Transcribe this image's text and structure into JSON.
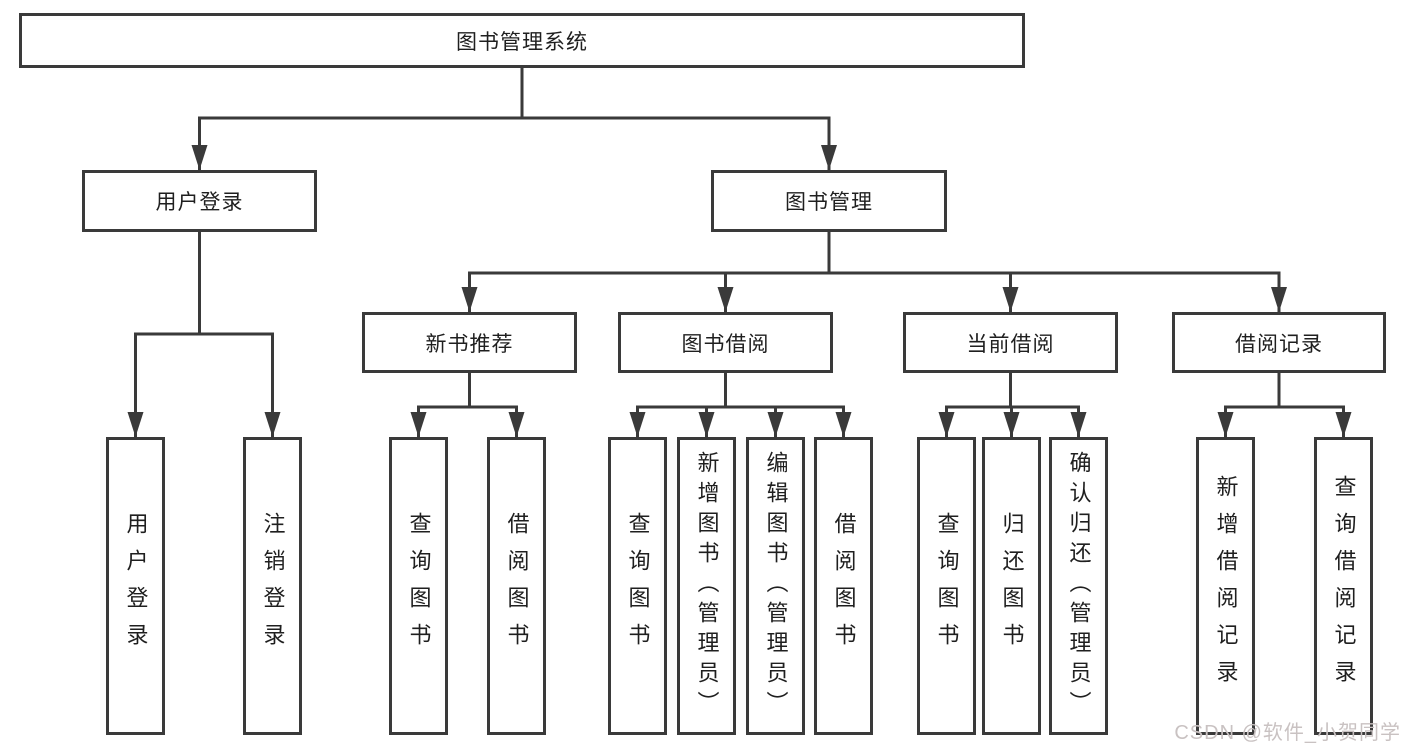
{
  "diagram": {
    "title": "图书管理系统",
    "level1": {
      "user_login": "用户登录",
      "book_mgmt": "图书管理"
    },
    "level2": {
      "new_book_rec": "新书推荐",
      "book_borrow": "图书借阅",
      "current_borrow": "当前借阅",
      "borrow_records": "借阅记录"
    },
    "leaves": {
      "user_login": "用户登录",
      "logout": "注销登录",
      "rec_query_books": "查询图书",
      "rec_borrow_books": "借阅图书",
      "bb_query_books": "查询图书",
      "bb_add_books": "新增图书（管理员）",
      "bb_edit_books": "编辑图书（管理员）",
      "bb_borrow_books": "借阅图书",
      "cb_query_books": "查询图书",
      "cb_return_books": "归还图书",
      "cb_confirm_return": "确认归还（管理员）",
      "br_add_record": "新增借阅记录",
      "br_query_record": "查询借阅记录"
    }
  },
  "watermark": "CSDN @软件_小贺同学",
  "colors": {
    "line": "#3a3a3a",
    "text": "#1f1f1f",
    "background": "#ffffff",
    "watermark": "#c9c2c2"
  }
}
